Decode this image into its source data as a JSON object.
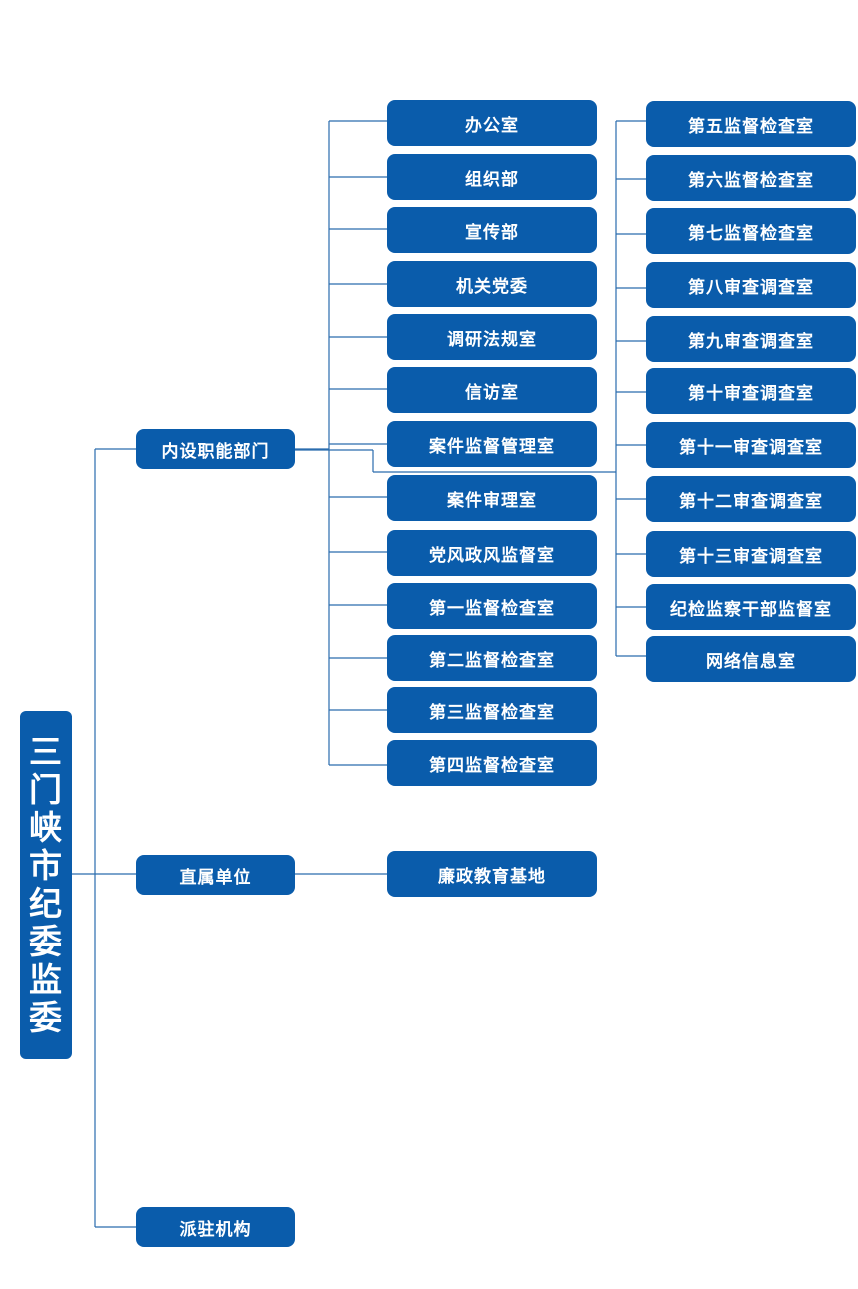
{
  "colors": {
    "box": "#0a5cab",
    "line": "#2a6cae",
    "text": "#ffffff"
  },
  "root": {
    "chars": [
      "三",
      "门",
      "峡",
      "市",
      "纪",
      "委",
      "监",
      "委"
    ]
  },
  "categories": {
    "internal": "内设职能部门",
    "direct": "直属单位",
    "stationed": "派驻机构"
  },
  "internal_col1": [
    "办公室",
    "组织部",
    "宣传部",
    "机关党委",
    "调研法规室",
    "信访室",
    "案件监督管理室",
    "案件审理室",
    "党风政风监督室",
    "第一监督检查室",
    "第二监督检查室",
    "第三监督检查室",
    "第四监督检查室"
  ],
  "internal_col2": [
    "第五监督检查室",
    "第六监督检查室",
    "第七监督检查室",
    "第八审查调查室",
    "第九审查调查室",
    "第十审查调查室",
    "第十一审查调查室",
    "第十二审查调查室",
    "第十三审查调查室",
    "纪检监察干部监督室",
    "网络信息室"
  ],
  "direct_units": [
    "廉政教育基地"
  ]
}
